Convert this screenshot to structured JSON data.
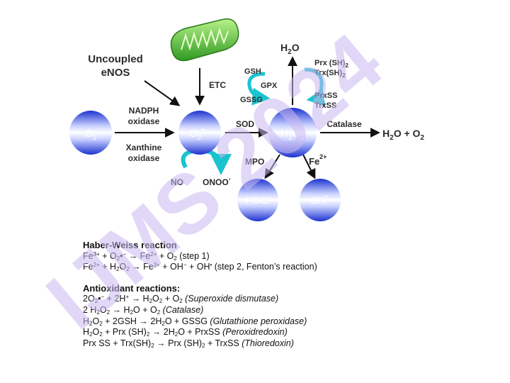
{
  "nodes": {
    "o2": "O",
    "o2_sub": "2",
    "superoxide": "O",
    "superoxide_sub": "2",
    "superoxide_sup": "•-",
    "h2o2_a": "H",
    "h2o2_sub1": "2",
    "h2o2_b": "O",
    "h2o2_sub2": "2",
    "hocl": "HOCl",
    "oh": "OH",
    "oh_sup": "•"
  },
  "labels": {
    "uncoupled": "Uncoupled",
    "enos": "eNOS",
    "etc": "ETC",
    "nadph": "NADPH",
    "oxidase1": "oxidase",
    "xanthine": "Xanthine",
    "oxidase2": "oxidase",
    "sod": "SOD",
    "no": "NO",
    "onoo": "ONOO",
    "onoo_sup": "-",
    "mpo": "MPO",
    "fe": "Fe",
    "fe_sup": "2+",
    "catalase": "Catalase",
    "product_a": "H",
    "product_sub1": "2",
    "product_b": "O + O",
    "product_sub2": "2",
    "water_a": "H",
    "water_sub": "2",
    "water_b": "O",
    "gsh": "GSH",
    "gpx": "GPX",
    "gssg": "GSSG",
    "prx_sh": "Prx (SH)",
    "prx_sh_sub": "2",
    "trx_sh": "Trx(SH)",
    "trx_sh_sub": "2",
    "prxss": "PrxSS",
    "trxss": "TrxSS"
  },
  "haber": {
    "title": "Haber-Weiss reaction",
    "l1_a": "Fe",
    "l1_a_sup": "3+",
    "l1_b": " + O",
    "l1_b_sub": "2",
    "l1_c": "•",
    "l1_c_sup": "−",
    "l1_d": " → Fe",
    "l1_d_sup": "2+",
    "l1_e": " + O",
    "l1_e_sub": "2",
    "l1_f": " (step 1)",
    "l2_a": "Fe",
    "l2_a_sup": "2+",
    "l2_b": " + H",
    "l2_b_sub": "2",
    "l2_c": "O",
    "l2_c_sub": "2",
    "l2_d": " → Fe",
    "l2_d_sup": "3+",
    "l2_e": " + OH",
    "l2_e_sup": "−",
    "l2_f": " + OH",
    "l2_f_sup": "•",
    "l2_g": " (step 2, Fenton’s reaction)"
  },
  "antioxidant": {
    "title": "Antioxidant reactions:",
    "r1_a": "2O",
    "r1_a_sub": "2",
    "r1_b": "•",
    "r1_b_sup": "−",
    "r1_c": " + 2H",
    "r1_c_sup": "+",
    "r1_d": " → H",
    "r1_d_sub": "2",
    "r1_e": "O",
    "r1_e_sub": "2",
    "r1_f": " + O",
    "r1_f_sub": "2",
    "r1_enz": " (Superoxide dismutase)",
    "r2_a": "2 H",
    "r2_a_sub": "2",
    "r2_b": "O",
    "r2_b_sub": "2",
    "r2_c": " → H",
    "r2_c_sub": "2",
    "r2_d": "O + O",
    "r2_d_sub": "2",
    "r2_enz": " (Catalase)",
    "r3_a": "H",
    "r3_a_sub": "2",
    "r3_b": "O",
    "r3_b_sub": "2",
    "r3_c": " + 2GSH → 2H",
    "r3_c_sub": "2",
    "r3_d": "O + GSSG",
    "r3_enz": " (Glutathione peroxidase)",
    "r4_a": "H",
    "r4_a_sub": "2",
    "r4_b": "O",
    "r4_b_sub": "2",
    "r4_c": " + Prx (SH)",
    "r4_c_sub": "2",
    "r4_d": " → 2H",
    "r4_d_sub": "2",
    "r4_e": "O + PrxSS",
    "r4_enz": "  (Peroxidredoxin)",
    "r5_a": "Prx SS + Trx(SH)",
    "r5_a_sub": "2",
    "r5_b": " → Prx (SH)",
    "r5_b_sub": "2",
    "r5_c": " + TrxSS",
    "r5_enz": " (Thioredoxin)"
  },
  "watermark": {
    "text": "IJMS 2024"
  },
  "colors": {
    "node_blue": "#2a3fd6",
    "cycle_arrow": "#19c4cf",
    "mito_green": "#4cc23a",
    "watermark": "#c9b8f0"
  }
}
